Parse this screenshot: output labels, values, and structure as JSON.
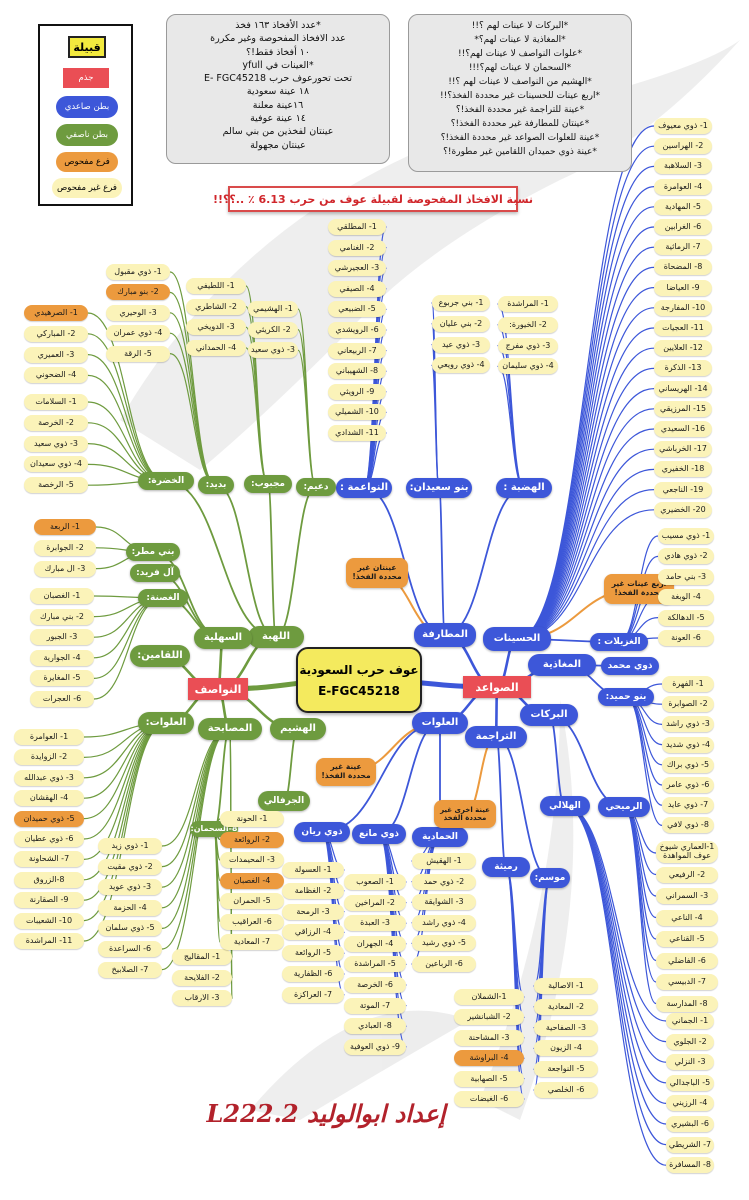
{
  "legend": {
    "title": "قبيلة",
    "items": [
      "جذم",
      "بطن صاعدي",
      "بطن ناصفي",
      "فرع مفحوص",
      "فرع غير مفحوص"
    ],
    "colors": {
      "tribe": "#f2ea3e",
      "root": "#ea4e55",
      "blue": "#3d57d9",
      "green": "#6e9b3f",
      "probed": "#ec9a3e",
      "unprobed": "#fbf3b9"
    }
  },
  "info_right": [
    "*البركات لا عينات لهم ؟!!",
    "*المغاذية لا عينات لهم؟*",
    "*علوات النواصف لا عينات لهم؟!!",
    "*السحمان لا عينات لهم؟!!!",
    "*الهشيم من النواصف لا عينات لهم ؟!!",
    "*اربع عينات للحسينات غير محددة الفخذ؟!!",
    "*عينة للتراجمة غير محددة الفخذ!؟",
    "*عينتان للمطارفة غير محددة الفخذ!؟",
    "*عينة للعلوات الصواعد غير محددة الفخذ!؟",
    "*عينة ذوي حميدان اللقامين غير مطورة!؟"
  ],
  "info_left": [
    "*عدد الأفخاذ ١٦٣ فخذ",
    "عدد الافخاذ المفحوصة وغير مكررة",
    "١٠ أفخاذ فقط!؟",
    "*العينات في yfull",
    "تحت تحورعوف حرب E- FGC45218",
    "١٨ عينة سعودية",
    "١٦عينة معلنة",
    "١٤ عينة عوفية",
    "عينتان لفخذين من بني سالم",
    "عينتان مجهولة"
  ],
  "banner": "نسبة الافخاذ المفحوصة لقبيلة عوف من حرب 6.13 ٪ ..؟؟!!",
  "signature": "إعداد ابوالوليد L222.2",
  "mindmap": {
    "root": {
      "line1": "عوف حرب السعودية",
      "line2": "E-FGC45218"
    },
    "hubs": {
      "sawaed": "الصواعد",
      "nawasef": "النواصف",
      "mutarafa": "المطارفة",
      "husainat": "الحسينات",
      "maghathia": "المغاذية",
      "barakat": "البركات",
      "tarajma": "التراجمة",
      "alawat_s": "العلوات",
      "lahaba": "اللهبة",
      "sahaliya": "السهلية",
      "musabaha": "المصابحة",
      "hushaim": "الهشيم",
      "alawat_n": "العلوات:",
      "lugamin": "اللقامين:",
      "hadba": "الهضبة :",
      "bani_saidan": "بنو سعيدان:",
      "nawaa": "النواعمة :",
      "daim": "دعيم:",
      "majbub": "مجبوب:",
      "badid": "بديد:",
      "khadra": "الخضرة:",
      "bani_matar": "بني مطر:",
      "al_farid": "آل فريد:",
      "ghassa": "الغصنة:",
      "ghazilat": "الغزيلات :",
      "thawi_muhammad": "ذوي محمد",
      "bani_humaid": "بنو حميد:",
      "hilali": "الهلالي",
      "rumaihi": "الرميحي",
      "thawi_rayyan": "ذوي ريان",
      "thawi_mani": "ذوي مانع",
      "hamadiya": "الحمادية",
      "rumaitha": "رميثة",
      "musa": "موسم:",
      "suhman": "8-السحمان:",
      "jarafali": "الجرفالي"
    },
    "notes": {
      "husainat_note": "اربع عينات غير محددة الفخذ!",
      "mutarafa_note": "عينتان غير محددة الفخذ!",
      "alawat_note": "عينة غير محددة الفخذ!",
      "tarajma_note": "عينة اخرى غير محددة الفخذ"
    },
    "groups": [
      {
        "id": "husainat",
        "items": [
          "1- ذوي معيوف",
          "2- الهراسين",
          "3- السلاهبة",
          "4- العوامرة",
          "5- المهادية",
          "6- الغرابين",
          "7- الرماثية",
          "8- المضحاة",
          "9- العياضا",
          "10- المفارجة",
          "11- العجيات",
          "12- العلايين",
          "13- الذكرة",
          "14- الهريساني",
          "15- المرزيقي",
          "16- السعيدي",
          "17- الخرباشي",
          "18- الخفيري",
          "19- الناجعي",
          "20- الخضيري"
        ]
      },
      {
        "id": "ghazilat",
        "items": [
          "1- ذوي مسيب",
          "2- ذوي هادي",
          "3- بني حامد",
          "4- الوبغة",
          "5- الدهالكة",
          "6- العونة"
        ]
      },
      {
        "id": "bani_humaid",
        "items": [
          "1- الفهرة",
          "2- الصوابرة",
          "3- ذوي راشد",
          "4- ذوي شديد",
          "5- ذوي براك",
          "6- ذوي عامر",
          "7- ذوي عايد",
          "8- ذوي لافي"
        ]
      },
      {
        "id": "rumaihi",
        "items": [
          "1-العماري شيوخ عوف المواهدة",
          "2- الرفيعي",
          "3- السمراني",
          "4- الناعي",
          "5- القناعي",
          "6- الفاضلي",
          "7- الدبيسي",
          "8- المدارسة"
        ]
      },
      {
        "id": "hilali",
        "items": [
          "1- الجماني",
          "2- الجلوي",
          "3- النزلي",
          "5- الباجدالي",
          "4- الرزيني",
          "6- البشيري",
          "7- الشريطي",
          "8- المسافرة"
        ]
      },
      {
        "id": "hadba",
        "items": [
          "1- المراشدة",
          "2- الخيورة:",
          "3- ذوي مفرج",
          "4- ذوي سليمان"
        ]
      },
      {
        "id": "bani_saidan",
        "items": [
          "1- بني جربوع",
          "2- بني عليان",
          "3- ذوي عيد",
          "4- ذوي رويعي"
        ]
      },
      {
        "id": "nawaa",
        "items": [
          "1- المطلقي",
          "2- الغنامي",
          "3- العجيرشي",
          "4- الصيفي",
          "5- الضبيعي",
          "6- الرويشدي",
          "7- الربيعاني",
          "8- الشهيباني",
          "9- الرويثي",
          "10- الشميلي",
          "11- الشدادي"
        ]
      },
      {
        "id": "daim",
        "items": [
          "1- الهشيمي",
          "2- الكريثي",
          "3- ذوي سعيد"
        ]
      },
      {
        "id": "majbub",
        "items": [
          "1- اللطيفي",
          "2- الشاطري",
          "3- الدويخي",
          "4- الحمداني"
        ]
      },
      {
        "id": "badid",
        "items": [
          "1- ذوي مقبول",
          "2- بنو مبارك",
          "3- الوحيري",
          "4- ذوي عمران",
          "5- الرقة"
        ]
      },
      {
        "id": "khadra",
        "items": [
          "1- الصرهيدي",
          "2- المباركي",
          "3- العميري",
          "4- الضحوني",
          "1- السلامات",
          "2- الخرصة",
          "3- ذوي سعيد",
          "4- ذوي سعيدان",
          "5- الرخصة"
        ]
      },
      {
        "id": "bani_matar",
        "items": [
          "1- الربعة",
          "2- الجوابرة",
          "3- ال مبارك"
        ]
      },
      {
        "id": "ghassa",
        "items": [
          "1- الغصبان",
          "2- بني مبارك",
          "3- الجبور",
          "4- الجوارية",
          "5- المغايرة",
          "6- العجرات"
        ]
      },
      {
        "id": "alawat_n",
        "items": [
          "1- العوامرة",
          "2- الزوايدة",
          "3- ذوي عبدالله",
          "4- الهقشان",
          "5- ذوي حميدان",
          "6- ذوي عطيان",
          "7- الشحاونة",
          "8-الزروق",
          "9- الصقارنة",
          "10- الشعيبات",
          "11- المراشدة"
        ]
      },
      {
        "id": "musabaha",
        "items": [
          "1- ذوي زيد",
          "2- ذوي مقيت",
          "3- ذوي عويد",
          "4- الحزمة",
          "5- ذوي سلمان",
          "6- السراعدة",
          "7- الصلابيخ"
        ]
      },
      {
        "id": "musabaha_sub",
        "items": [
          "1- المقاليج",
          "2- الفلايحة",
          "3- الارقاب"
        ]
      },
      {
        "id": "suhman",
        "items": [
          "1- الحونة",
          "2- الروائعة",
          "3- المحيمدات",
          "4- الغصبان",
          "5- الحمران",
          "6- العراقيب",
          "7- المعادية"
        ]
      },
      {
        "id": "thawi_rayyan",
        "items": [
          "1- العسولة",
          "2- الغظامة",
          "3- الرمحة",
          "4- الرزاقي",
          "5- الروائعة",
          "6- الظفارية",
          "7- العراكزة"
        ]
      },
      {
        "id": "thawi_mani",
        "items": [
          "1- الصعوب",
          "2- المراخين",
          "3- العبدة",
          "4- الجهران",
          "5- المراشدة",
          "6- الخرصة",
          "7- الموتة",
          "8- العبادي",
          "9- ذوي العوفية"
        ]
      },
      {
        "id": "hamadiya",
        "items": [
          "1- الهقيش",
          "2- ذوي حمد",
          "3- الشوايقة",
          "4- ذوي راشد",
          "5- ذوي رشيد",
          "6- الرباعين"
        ]
      },
      {
        "id": "rumaitha",
        "items": [
          "1-الشملان",
          "2- الشبانشير",
          "3- المشاحنة",
          "4- البراوشة",
          "5- الصهابية",
          "6- الغيضات"
        ]
      },
      {
        "id": "musa",
        "items": [
          "1- الاصالية",
          "2- المعادية",
          "3- الصفاحية",
          "4- الزيون",
          "5- النواجعة",
          "6- الخلصي"
        ]
      }
    ]
  }
}
